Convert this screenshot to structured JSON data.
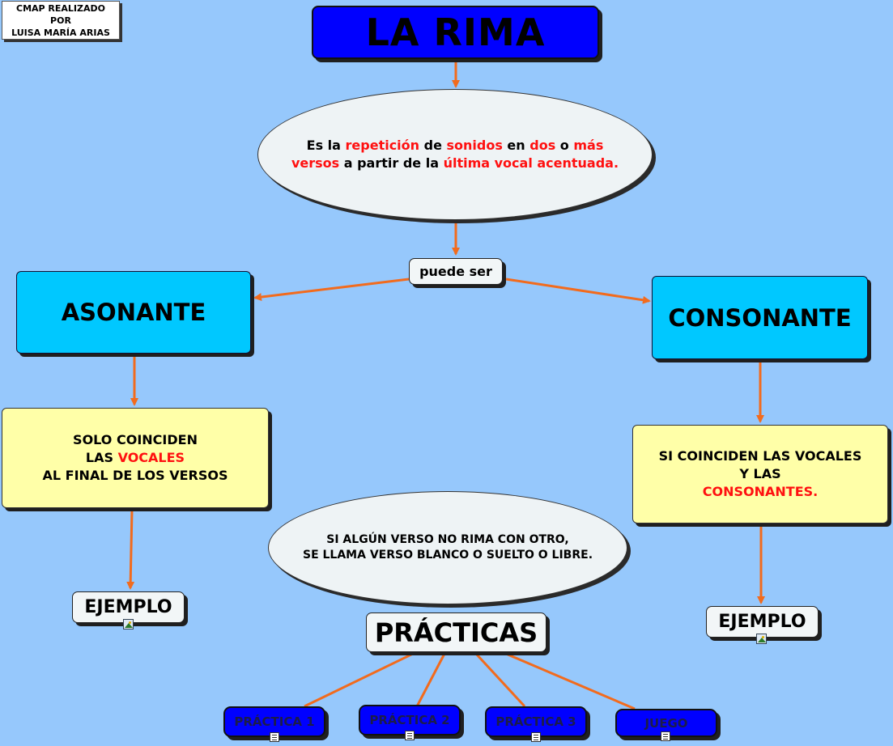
{
  "credit": {
    "line1": "CMAP REALIZADO",
    "line2": "POR",
    "line3": "LUISA MARÍA ARIAS"
  },
  "title": "LA RIMA",
  "definition": {
    "line1": [
      {
        "text": "Es la ",
        "red": false
      },
      {
        "text": "repetición",
        "red": true
      },
      {
        "text": " de ",
        "red": false
      },
      {
        "text": "sonidos",
        "red": true
      },
      {
        "text": " en ",
        "red": false
      },
      {
        "text": "dos",
        "red": true
      },
      {
        "text": " o ",
        "red": false
      },
      {
        "text": "más",
        "red": true
      }
    ],
    "line2": [
      {
        "text": "versos",
        "red": true
      },
      {
        "text": " a partir de la ",
        "red": false
      },
      {
        "text": "última vocal acentuada.",
        "red": true
      }
    ]
  },
  "link_label": "puede ser",
  "asonante": {
    "title": "ASONANTE",
    "desc_line1": "SOLO COINCIDEN",
    "desc_line2_a": "LAS ",
    "desc_line2_b": "VOCALES",
    "desc_line3": "AL FINAL DE LOS VERSOS",
    "example": "EJEMPLO"
  },
  "consonante": {
    "title": "CONSONANTE",
    "desc_line1": "SI COINCIDEN LAS VOCALES",
    "desc_line2": "Y LAS",
    "desc_line3": "CONSONANTES.",
    "example": "EJEMPLO"
  },
  "blank_verse": {
    "line1": "SI ALGÚN VERSO NO RIMA CON OTRO,",
    "line2": "SE LLAMA VERSO BLANCO O SUELTO O LIBRE."
  },
  "practicas": {
    "title": "PRÁCTICAS",
    "items": [
      "PRÁCTICA 1",
      "PRÁCTICA 2",
      "PRÁCTICA 3",
      "JUEGO"
    ]
  },
  "icons": {
    "resource_doc": "document-icon",
    "resource_image": "image-icon"
  },
  "colors": {
    "background": "#96c8fc",
    "connector": "#f26b1d",
    "title_box": "#0000ff",
    "category_box": "#00c8ff",
    "description_box": "#ffffa8",
    "highlight_text": "#ff1010"
  }
}
